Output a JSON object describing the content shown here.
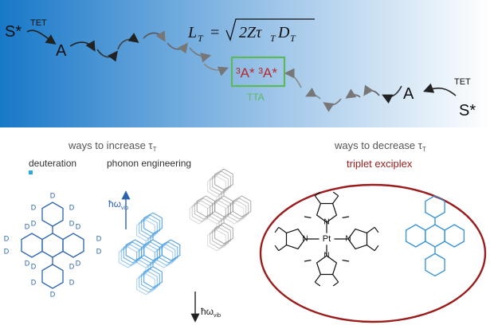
{
  "banner": {
    "gradient_left": "#1878c8",
    "gradient_right": "#ffffff",
    "equation": "L_T = √(2 Z τ_T D_T)",
    "eq_L": "L",
    "eq_T1": "T",
    "eq_equals": "=",
    "eq_sqrt_body": "2Zτ",
    "eq_T2": "T",
    "eq_D": "D",
    "eq_T3": "T",
    "left_sensitizer": "S*",
    "left_tet": "TET",
    "left_acceptor": "A",
    "right_sensitizer": "S*",
    "right_tet": "TET",
    "right_acceptor": "A",
    "tta_pair": "³A* ³A*",
    "tta_label": "TTA",
    "tta_box_color": "#5cb85c",
    "tta_text_color": "#b8282e"
  },
  "left_panel": {
    "title": "ways to increase τ",
    "title_sub": "T",
    "deuteration_label": "deuteration",
    "phonon_label": "phonon engineering",
    "hw_up": "ħω",
    "hw_up_sub": "vib",
    "hw_down": "ħω",
    "hw_down_sub": "vib",
    "deuterium": "D",
    "molecule_color": "#2a63b0",
    "phonon_color": "#4a9ee0"
  },
  "right_panel": {
    "title": "ways to decrease τ",
    "title_sub": "T",
    "exciplex_label": "triplet exciplex",
    "exciplex_color": "#9b1c1c",
    "metal": "Pt",
    "nitrogen": "N",
    "dpa_color": "#2f8fd8"
  }
}
